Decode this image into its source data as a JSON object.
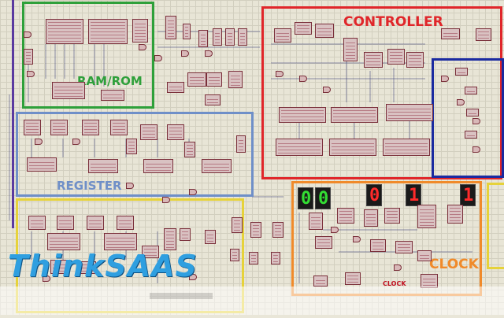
{
  "app": {
    "type": "proteus-schematic"
  },
  "regions": {
    "ram_rom": {
      "label": "RAM/ROM",
      "color": "#2ea03a"
    },
    "controller": {
      "label": "CONTROLLER",
      "color": "#e0262a"
    },
    "register": {
      "label": "REGISTER",
      "color": "#6f8fc8"
    },
    "clock": {
      "label": "CLOCK",
      "color": "#f08a2a"
    },
    "clock_sub": {
      "label": "CLOCK"
    },
    "alu_area": {
      "color": "#e6d23a"
    },
    "decoder_area": {
      "color": "#1a2aa0"
    }
  },
  "displays": [
    {
      "digit": "0",
      "color": "#33dd33"
    },
    {
      "digit": "0",
      "color": "#33dd33"
    },
    {
      "digit": "0",
      "color": "#ff2a2a"
    },
    {
      "digit": "1",
      "color": "#ff2a2a"
    },
    {
      "digit": "1",
      "color": "#ff2a2a"
    }
  ],
  "watermark": {
    "text": "ThinkSAAS"
  }
}
